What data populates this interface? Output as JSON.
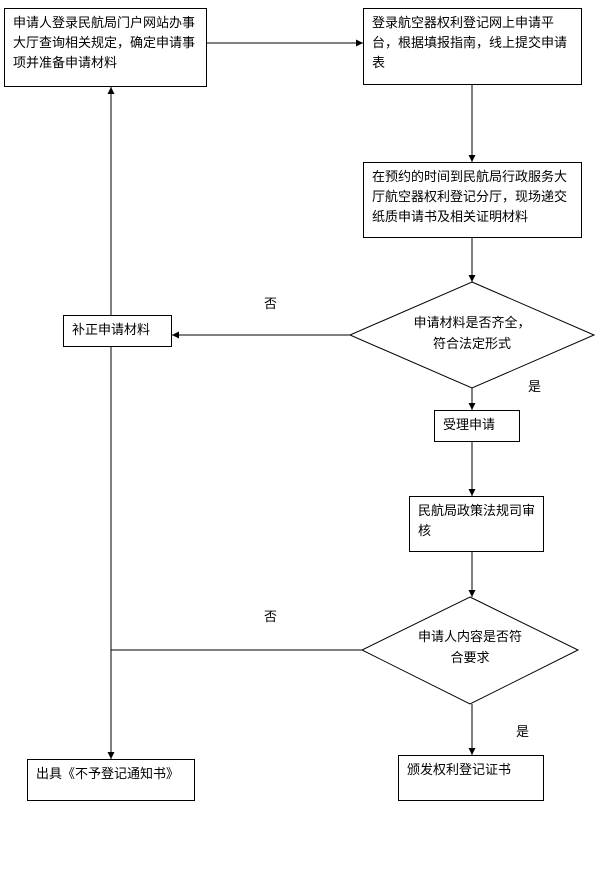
{
  "nodes": {
    "n1": "申请人登录民航局门户网站办事大厅查询相关规定，确定申请事项并准备申请材料",
    "n2": "登录航空器权利登记网上申请平台，根据填报指南，线上提交申请表",
    "n3": "在预约的时间到民航局行政服务大厅航空器权利登记分厅，现场递交纸质申请书及相关证明材料",
    "d1": "申请材料是否齐全，符合法定形式",
    "fix": "补正申请材料",
    "accept": "受理申请",
    "review": "民航局政策法规司审核",
    "d2": "申请人内容是否符合要求",
    "reject": "出具《不予登记通知书》",
    "issue": "颁发权利登记证书"
  },
  "labels": {
    "d1_no": "否",
    "d1_yes": "是",
    "d2_no": "否",
    "d2_yes": "是"
  }
}
